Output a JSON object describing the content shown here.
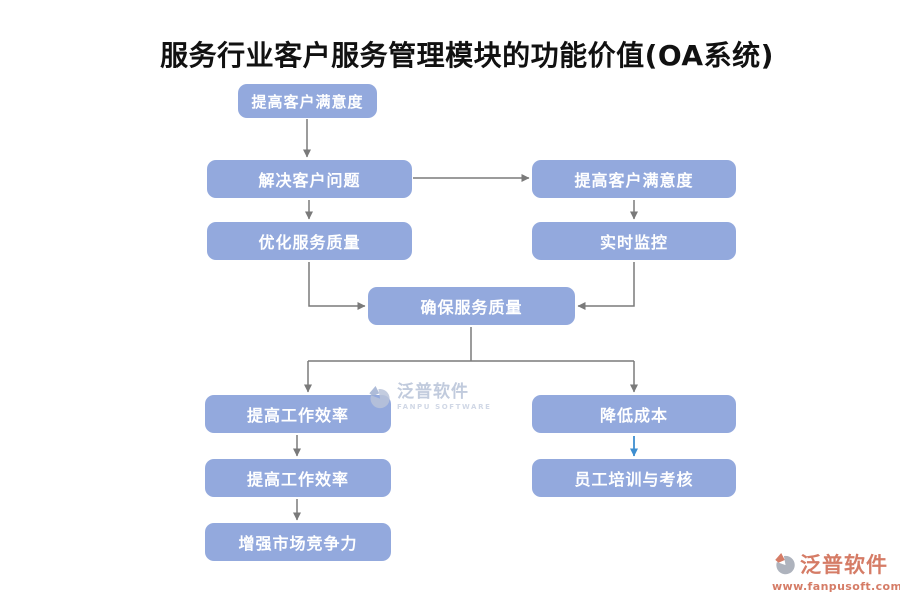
{
  "title": "服务行业客户服务管理模块的功能价值(OA系统)",
  "nodes": {
    "top": "提高客户满意度",
    "l1": "解决客户问题",
    "r1": "提高客户满意度",
    "l2": "优化服务质量",
    "r2": "实时监控",
    "m": "确保服务质量",
    "l3": "提高工作效率",
    "r3": "降低成本",
    "l4": "提高工作效率",
    "r4": "员工培训与考核",
    "l5": "增强市场竞争力"
  },
  "watermark": {
    "name": "泛普软件",
    "subname": "FANPU SOFTWARE"
  },
  "footer_logo": {
    "name": "泛普软件",
    "url": "www.fanpusoft.com"
  },
  "icons": {
    "watermark_logo": "fanpu-swoosh-icon",
    "footer_logo": "fanpu-swoosh-icon"
  },
  "colors": {
    "node_fill": "#93A9DD",
    "node_text": "#FFFFFF",
    "arrow": "#7A7A7A",
    "arrow_accent_blue": "#3E8ED0",
    "brand_orange": "#D06A52",
    "watermark_text": "#B7C2D8",
    "title_text": "#111111"
  }
}
